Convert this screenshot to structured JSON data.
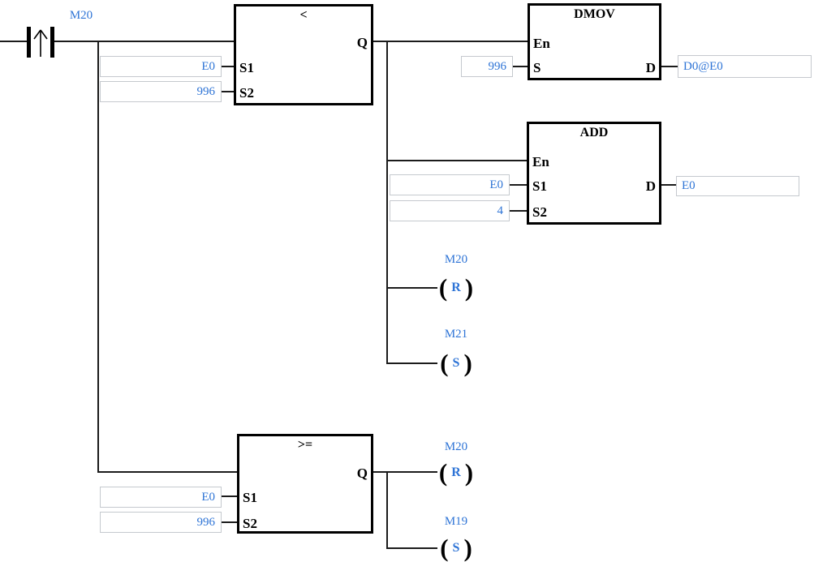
{
  "editor": {
    "language": "ladder-diagram",
    "colors": {
      "device_text": "#2E74D6",
      "wire": "#1B1B1B",
      "block_border": "#000000",
      "operand_border": "#C5C9CE"
    }
  },
  "contact": {
    "label": "M20",
    "kind": "rising-edge-contact"
  },
  "compare_lt": {
    "title": "<",
    "pin_s1": "S1",
    "pin_s2": "S2",
    "pin_q": "Q",
    "s1_value": "E0",
    "s2_value": "996"
  },
  "dmov": {
    "title": "DMOV",
    "pin_en": "En",
    "pin_s": "S",
    "pin_d": "D",
    "s_value": "996",
    "d_value": "D0@E0"
  },
  "add": {
    "title": "ADD",
    "pin_en": "En",
    "pin_s1": "S1",
    "pin_s2": "S2",
    "pin_d": "D",
    "s1_value": "E0",
    "s2_value": "4",
    "d_value": "E0"
  },
  "compare_ge": {
    "title": ">=",
    "pin_s1": "S1",
    "pin_s2": "S2",
    "pin_q": "Q",
    "s1_value": "E0",
    "s2_value": "996"
  },
  "coil_reset_m20_a": {
    "label": "M20",
    "symbol": "R"
  },
  "coil_set_m21": {
    "label": "M21",
    "symbol": "S"
  },
  "coil_reset_m20_b": {
    "label": "M20",
    "symbol": "R"
  },
  "coil_set_m19": {
    "label": "M19",
    "symbol": "S"
  }
}
